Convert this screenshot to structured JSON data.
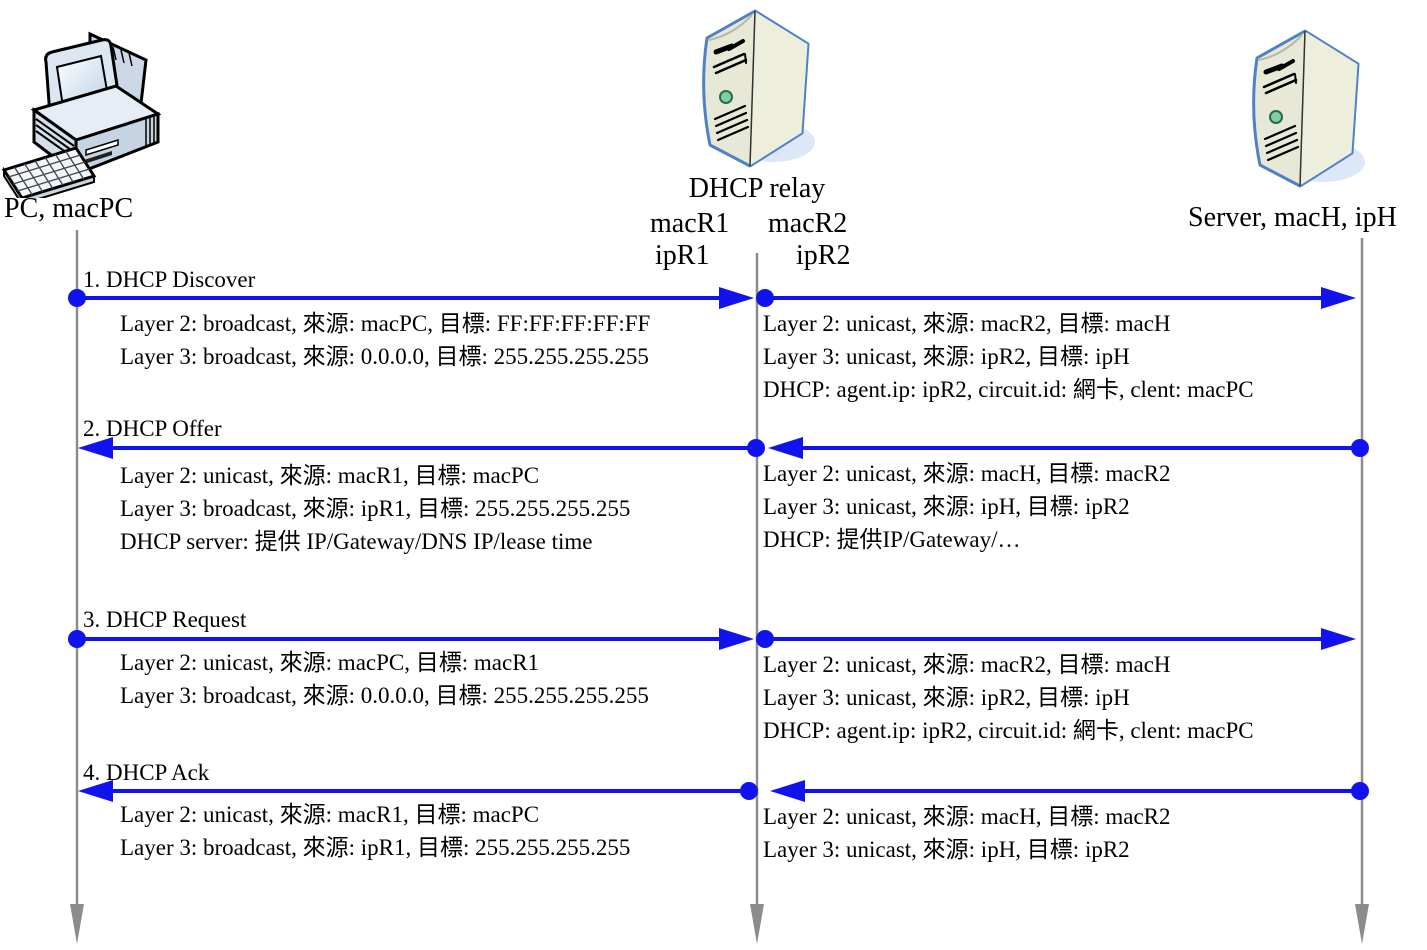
{
  "diagram": {
    "nodes": {
      "pc": {
        "label": "PC, macPC",
        "icon": "desktop-computer"
      },
      "relay": {
        "title": "DHCP relay",
        "mac_left": "macR1",
        "mac_right": "macR2",
        "ip_left": "ipR1",
        "ip_right": "ipR2",
        "icon": "server-tower"
      },
      "server": {
        "label": "Server, macH, ipH",
        "icon": "server-tower"
      }
    },
    "colors": {
      "arrow_blue": "#1212ee",
      "lifeline_gray": "#8c8c8c",
      "tower_body": "#eeeedd",
      "tower_outline": "#4f81c7",
      "led_green": "#7ed0a5",
      "pc_body": "#dde7f2",
      "shadow_blue": "#dce8f7"
    },
    "messages": [
      {
        "label": "1. DHCP Discover",
        "direction": "right",
        "left_details": [
          "Layer 2: broadcast, 來源: macPC, 目標: FF:FF:FF:FF:FF",
          "Layer 3: broadcast, 來源: 0.0.0.0, 目標: 255.255.255.255"
        ],
        "right_details": [
          "Layer 2: unicast, 來源: macR2, 目標: macH",
          "Layer 3: unicast, 來源: ipR2, 目標: ipH",
          "DHCP: agent.ip: ipR2, circuit.id: 網卡, clent: macPC"
        ]
      },
      {
        "label": "2. DHCP Offer",
        "direction": "left",
        "left_details": [
          "Layer 2: unicast, 來源: macR1, 目標: macPC",
          "Layer 3: broadcast, 來源: ipR1, 目標: 255.255.255.255",
          "DHCP server: 提供 IP/Gateway/DNS IP/lease time"
        ],
        "right_details": [
          "Layer 2: unicast, 來源: macH, 目標: macR2",
          "Layer 3: unicast, 來源: ipH, 目標: ipR2",
          "DHCP: 提供IP/Gateway/…"
        ]
      },
      {
        "label": "3. DHCP Request",
        "direction": "right",
        "left_details": [
          "Layer 2: unicast, 來源: macPC, 目標: macR1",
          "Layer 3: broadcast, 來源: 0.0.0.0, 目標: 255.255.255.255"
        ],
        "right_details": [
          "Layer 2: unicast, 來源: macR2, 目標: macH",
          "Layer 3: unicast, 來源: ipR2, 目標: ipH",
          "DHCP: agent.ip: ipR2, circuit.id: 網卡, clent: macPC"
        ]
      },
      {
        "label": "4. DHCP Ack",
        "direction": "left",
        "left_details": [
          "Layer 2: unicast, 來源: macR1, 目標: macPC",
          "Layer 3: broadcast, 來源: ipR1, 目標: 255.255.255.255"
        ],
        "right_details": [
          "Layer 2: unicast, 來源: macH, 目標: macR2",
          "Layer 3: unicast, 來源: ipH, 目標: ipR2"
        ]
      }
    ]
  }
}
